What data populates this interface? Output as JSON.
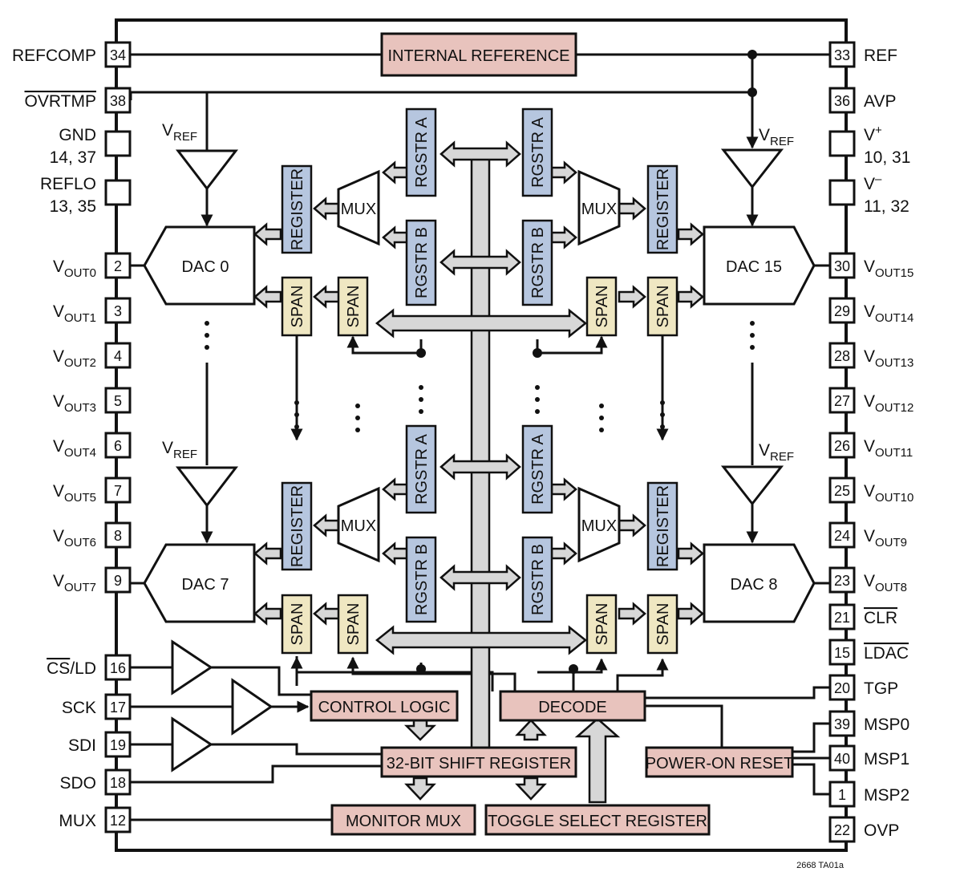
{
  "figure_id": "2668 TA01a",
  "left_pins": [
    {
      "num": "34",
      "name": "REFCOMP"
    },
    {
      "num": "38",
      "name": "OVRTMP"
    },
    {
      "num": "",
      "name": "GND",
      "name2": "14, 37"
    },
    {
      "num": "",
      "name": "REFLO",
      "name2": "13, 35"
    },
    {
      "num": "2",
      "name": "V",
      "sub": "OUT0"
    },
    {
      "num": "3",
      "name": "V",
      "sub": "OUT1"
    },
    {
      "num": "4",
      "name": "V",
      "sub": "OUT2"
    },
    {
      "num": "5",
      "name": "V",
      "sub": "OUT3"
    },
    {
      "num": "6",
      "name": "V",
      "sub": "OUT4"
    },
    {
      "num": "7",
      "name": "V",
      "sub": "OUT5"
    },
    {
      "num": "8",
      "name": "V",
      "sub": "OUT6"
    },
    {
      "num": "9",
      "name": "V",
      "sub": "OUT7"
    },
    {
      "num": "16",
      "name": "CS",
      "name_tail": "/LD"
    },
    {
      "num": "17",
      "name": "SCK"
    },
    {
      "num": "19",
      "name": "SDI"
    },
    {
      "num": "18",
      "name": "SDO"
    },
    {
      "num": "12",
      "name": "MUX"
    }
  ],
  "right_pins": [
    {
      "num": "33",
      "name": "REF"
    },
    {
      "num": "36",
      "name": "AVP"
    },
    {
      "num": "",
      "name": "V",
      "sup": "+",
      "name2": "10, 31"
    },
    {
      "num": "",
      "name": "V",
      "sup": "–",
      "name2": "11, 32"
    },
    {
      "num": "30",
      "name": "V",
      "sub": "OUT15"
    },
    {
      "num": "29",
      "name": "V",
      "sub": "OUT14"
    },
    {
      "num": "28",
      "name": "V",
      "sub": "OUT13"
    },
    {
      "num": "27",
      "name": "V",
      "sub": "OUT12"
    },
    {
      "num": "26",
      "name": "V",
      "sub": "OUT11"
    },
    {
      "num": "25",
      "name": "V",
      "sub": "OUT10"
    },
    {
      "num": "24",
      "name": "V",
      "sub": "OUT9"
    },
    {
      "num": "23",
      "name": "V",
      "sub": "OUT8"
    },
    {
      "num": "21",
      "name": "CLR"
    },
    {
      "num": "15",
      "name": "LDAC"
    },
    {
      "num": "20",
      "name": "TGP"
    },
    {
      "num": "39",
      "name": "MSP0"
    },
    {
      "num": "40",
      "name": "MSP1"
    },
    {
      "num": "1",
      "name": "MSP2"
    },
    {
      "num": "22",
      "name": "OVP"
    }
  ],
  "blocks": {
    "internal_reference": "INTERNAL REFERENCE",
    "control_logic": "CONTROL LOGIC",
    "decode": "DECODE",
    "shift_register": "32-BIT SHIFT REGISTER",
    "power_on_reset": "POWER-ON RESET",
    "monitor_mux": "MONITOR MUX",
    "toggle_select": "TOGGLE SELECT REGISTER",
    "dac0": "DAC 0",
    "dac7": "DAC 7",
    "dac8": "DAC 8",
    "dac15": "DAC 15",
    "register": "REGISTER",
    "rgstr_a": "RGSTR A",
    "rgstr_b": "RGSTR B",
    "span": "SPAN",
    "mux": "MUX",
    "vref": "V",
    "vref_sub": "REF"
  },
  "colors": {
    "pink_block": "#e8c3bd",
    "blue_register": "#b6c6df",
    "tan_span": "#efe7c2",
    "gray_bus": "#d7d7d7"
  }
}
